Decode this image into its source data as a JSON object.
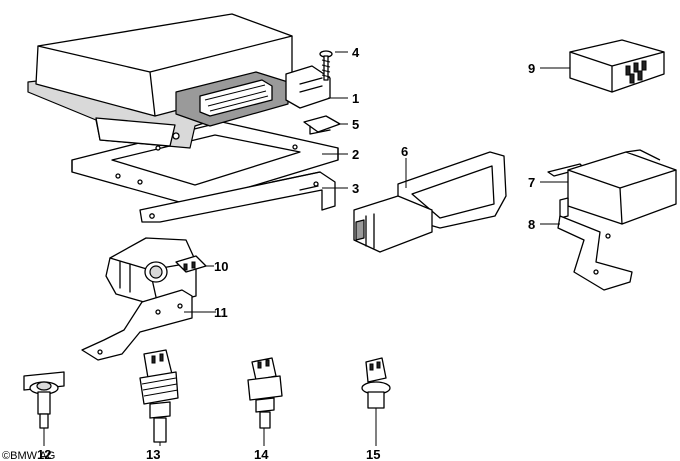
{
  "diagram": {
    "copyright": "©BMW AG",
    "callouts": [
      "1",
      "2",
      "3",
      "4",
      "5",
      "6",
      "7",
      "8",
      "9",
      "10",
      "11",
      "12",
      "13",
      "14",
      "15"
    ]
  }
}
